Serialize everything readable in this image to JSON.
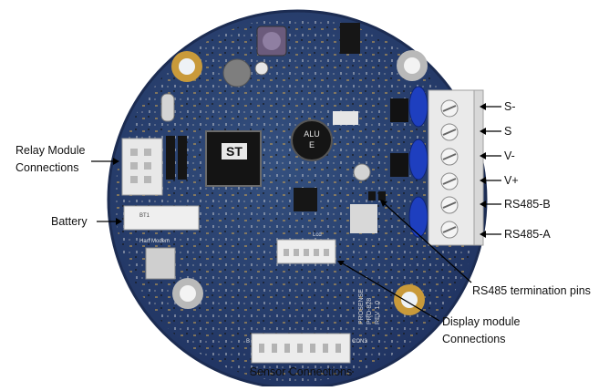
{
  "labels": {
    "relay": [
      "Relay Module",
      "Connections"
    ],
    "battery": "Battery",
    "sensor": "Sensor Connections",
    "display": [
      "Display module",
      "Connections"
    ],
    "rs485_term": "RS485 termination pins",
    "terminals": [
      "S-",
      "S",
      "V-",
      "V+",
      "RS485-B",
      "RS485-A"
    ]
  },
  "board_text": {
    "battery_holder": "BT1",
    "hart_modem": "Hart Modem",
    "mcu_logo": "ST",
    "alu_cap": [
      "ALU",
      "E"
    ],
    "display_conn": "Lcd",
    "sensor_conn_left": "B",
    "sensor_conn_right": "CON3",
    "brand": [
      "PROSENSE",
      "PRO-828",
      "REV 1.0"
    ]
  },
  "colors": {
    "pcb": "#2a3f6e",
    "pcb_edge": "#1c2c52",
    "pad_gold": "#c99a3a",
    "connector": "#e8e8e8",
    "terminal_blue": "#1e3fbf"
  }
}
